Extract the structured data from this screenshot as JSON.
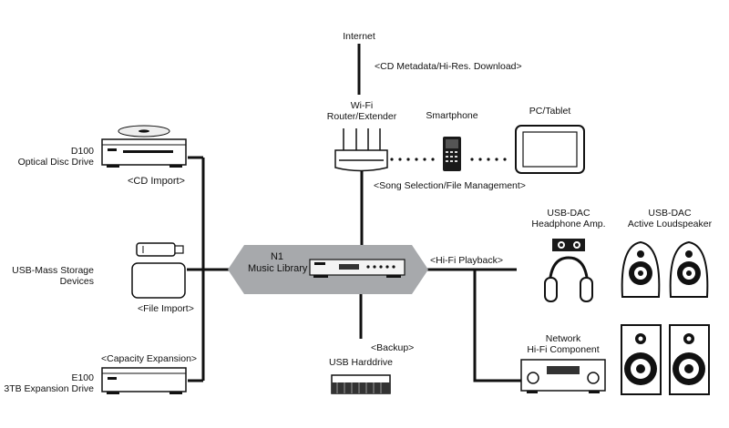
{
  "internet": {
    "label": "Internet",
    "link_label": "<CD Metadata/Hi-Res. Download>"
  },
  "router": {
    "line1": "Wi-Fi",
    "line2": "Router/Extender",
    "link_label": "<Song Selection/File Management>"
  },
  "smartphone": {
    "label": "Smartphone"
  },
  "pc": {
    "label": "PC/Tablet"
  },
  "hub": {
    "line1": "N1",
    "line2": "Music Library"
  },
  "d100": {
    "line1": "D100",
    "line2": "Optical Disc Drive",
    "link_label": "<CD Import>"
  },
  "usb_mass": {
    "line1": "USB-Mass Storage",
    "line2": "Devices",
    "link_label": "<File Import>"
  },
  "e100": {
    "link_label": "<Capacity Expansion>",
    "line1": "E100",
    "line2": "3TB Expansion Drive"
  },
  "usb_hdd": {
    "link_label": "<Backup>",
    "label": "USB Harddrive"
  },
  "playback": {
    "link_label": "<Hi-Fi Playback>"
  },
  "usb_dac_headphone": {
    "line1": "USB-DAC",
    "line2": "Headphone Amp."
  },
  "usb_dac_speaker": {
    "line1": "USB-DAC",
    "line2": "Active Loudspeaker"
  },
  "network_component": {
    "line1": "Network",
    "line2": "Hi-Fi Component"
  }
}
